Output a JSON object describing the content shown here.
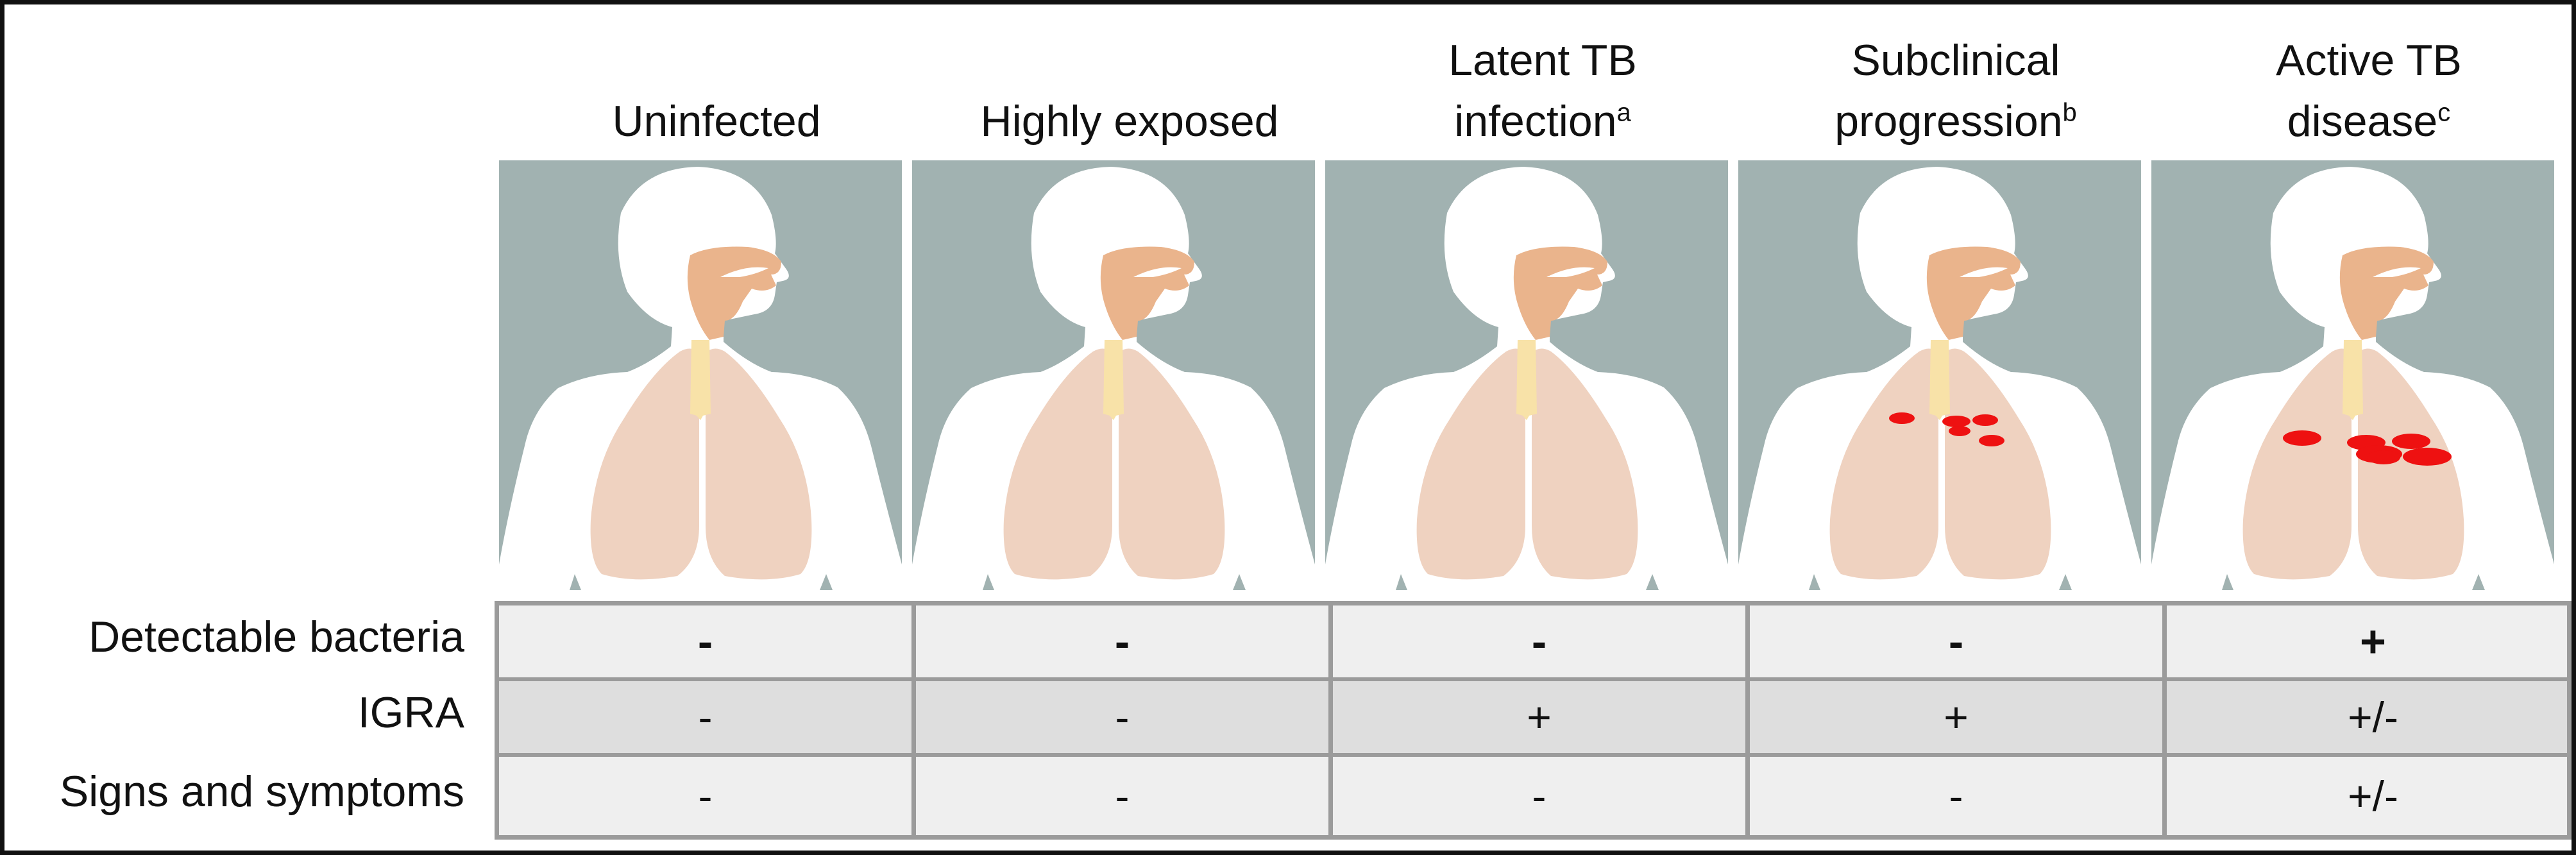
{
  "stages": [
    {
      "name": "Uninfected",
      "line1": "",
      "line2": "Uninfected",
      "sup": "",
      "lesions": "none"
    },
    {
      "name": "Highly exposed",
      "line1": "",
      "line2": "Highly exposed",
      "sup": "",
      "lesions": "none"
    },
    {
      "name": "Latent TB infection",
      "line1": "Latent TB",
      "line2": "infection",
      "sup": "a",
      "lesions": "none"
    },
    {
      "name": "Subclinical progression",
      "line1": "Subclinical",
      "line2": "progression",
      "sup": "b",
      "lesions": "few"
    },
    {
      "name": "Active TB disease",
      "line1": "Active TB",
      "line2": "disease",
      "sup": "c",
      "lesions": "many"
    }
  ],
  "table": {
    "rows": [
      {
        "label": "Detectable bacteria",
        "values": [
          "-",
          "-",
          "-",
          "-",
          "+"
        ]
      },
      {
        "label": "IGRA",
        "values": [
          "-",
          "-",
          "+",
          "+",
          "+/-"
        ]
      },
      {
        "label": "Signs and symptoms",
        "values": [
          "-",
          "-",
          "-",
          "-",
          "+/-"
        ]
      }
    ]
  },
  "colors": {
    "panel_background": "#a1b2b1",
    "silhouette": "#ffffff",
    "lungs": "#efd2c0",
    "airway": "#f8e2a8",
    "nasal_cavity": "#eab48c",
    "lesion": "#ee1111",
    "table_border": "#9b9b9b",
    "row_light": "#efefef",
    "row_dark": "#dedede"
  }
}
